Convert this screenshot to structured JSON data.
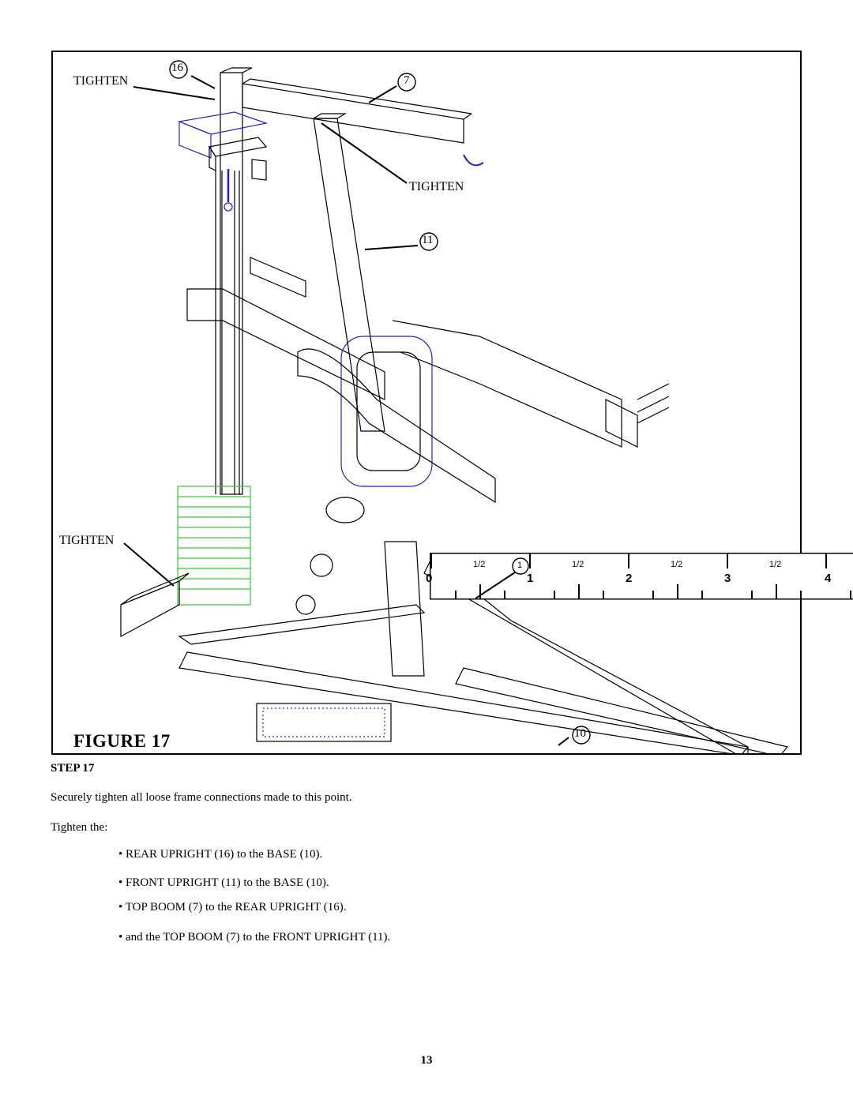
{
  "figure": {
    "title": "FIGURE 17",
    "callouts": {
      "tighten_top": "TIGHTEN",
      "tighten_right": "TIGHTEN",
      "tighten_left": "TIGHTEN",
      "part_16": "16",
      "part_7": "7",
      "part_11": "11",
      "part_10": "10"
    },
    "ruler": {
      "numbers": [
        "0",
        "1",
        "2",
        "3",
        "4"
      ],
      "halves": [
        "1/2",
        "1/2",
        "1/2",
        "1/2"
      ],
      "circled": "1"
    }
  },
  "step": {
    "heading": "STEP 17",
    "intro": "Securely tighten all loose frame connections made to this point.",
    "lead": "Tighten the:",
    "bullets": [
      "• REAR UPRIGHT (16) to the BASE (10).",
      "• FRONT UPRIGHT (11) to the BASE (10).",
      "• TOP BOOM (7) to the REAR UPRIGHT (16).",
      "• and the TOP BOOM (7) to the FRONT UPRIGHT (11)."
    ]
  },
  "page_number": "13",
  "colors": {
    "weight_stack": "#33cc33",
    "accent_parts": "#2222cc"
  }
}
